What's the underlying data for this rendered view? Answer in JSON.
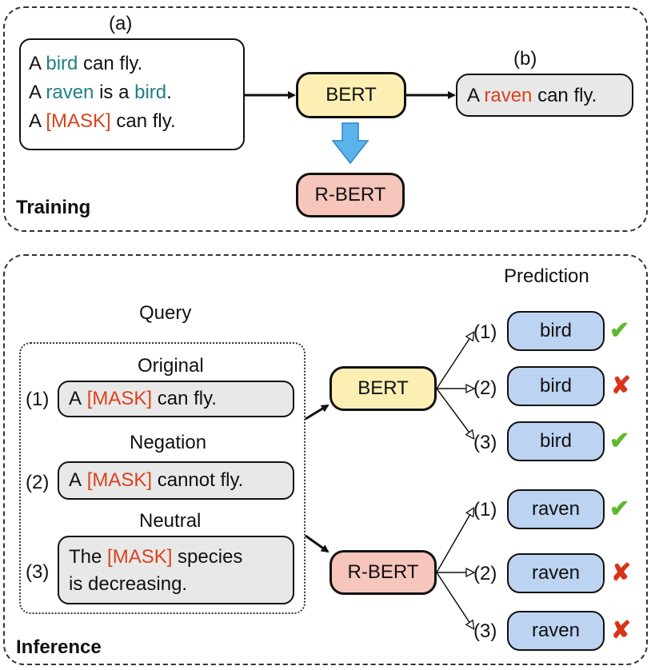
{
  "training": {
    "label": "Training",
    "label_a": "(a)",
    "label_b": "(b)",
    "input_lines": [
      {
        "pre": "A ",
        "hl": "bird",
        "hl_color": "teal",
        "post": " can fly."
      },
      {
        "pre": "A ",
        "hl": "raven",
        "hl_color": "teal",
        "mid": " is a ",
        "hl2": "bird",
        "post": "."
      },
      {
        "pre": "A ",
        "hl": "[MASK]",
        "hl_color": "orange",
        "post": " can fly."
      }
    ],
    "bert": "BERT",
    "rbert": "R-BERT",
    "output": {
      "pre": "A ",
      "hl": "raven",
      "post": " can fly."
    }
  },
  "inference": {
    "label": "Inference",
    "query_title": "Query",
    "prediction_title": "Prediction",
    "bert": "BERT",
    "rbert": "R-BERT",
    "queries": [
      {
        "num": "(1)",
        "heading": "Original",
        "pre": "A ",
        "mask": "[MASK]",
        "post": " can fly.",
        "line2": ""
      },
      {
        "num": "(2)",
        "heading": "Negation",
        "pre": "A ",
        "mask": "[MASK]",
        "post": " cannot fly.",
        "line2": ""
      },
      {
        "num": "(3)",
        "heading": "Neutral",
        "pre": "The ",
        "mask": "[MASK]",
        "post": " species",
        "line2": "is decreasing."
      }
    ],
    "bert_predictions": [
      {
        "num": "(1)",
        "word": "bird",
        "correct": true
      },
      {
        "num": "(2)",
        "word": "bird",
        "correct": false
      },
      {
        "num": "(3)",
        "word": "bird",
        "correct": true
      }
    ],
    "rbert_predictions": [
      {
        "num": "(1)",
        "word": "raven",
        "correct": true
      },
      {
        "num": "(2)",
        "word": "raven",
        "correct": false
      },
      {
        "num": "(3)",
        "word": "raven",
        "correct": false
      }
    ],
    "check_symbol": "✔",
    "cross_symbol": "✘"
  },
  "colors": {
    "teal": "#1f7f8a",
    "orange": "#d9421e",
    "bert_fill": "#fcefb4",
    "rbert_fill": "#f6c5bb",
    "prediction_fill": "#bcd3f1",
    "query_fill": "#e8e8e8",
    "check": "#5fb82c",
    "cross": "#d9331a"
  }
}
